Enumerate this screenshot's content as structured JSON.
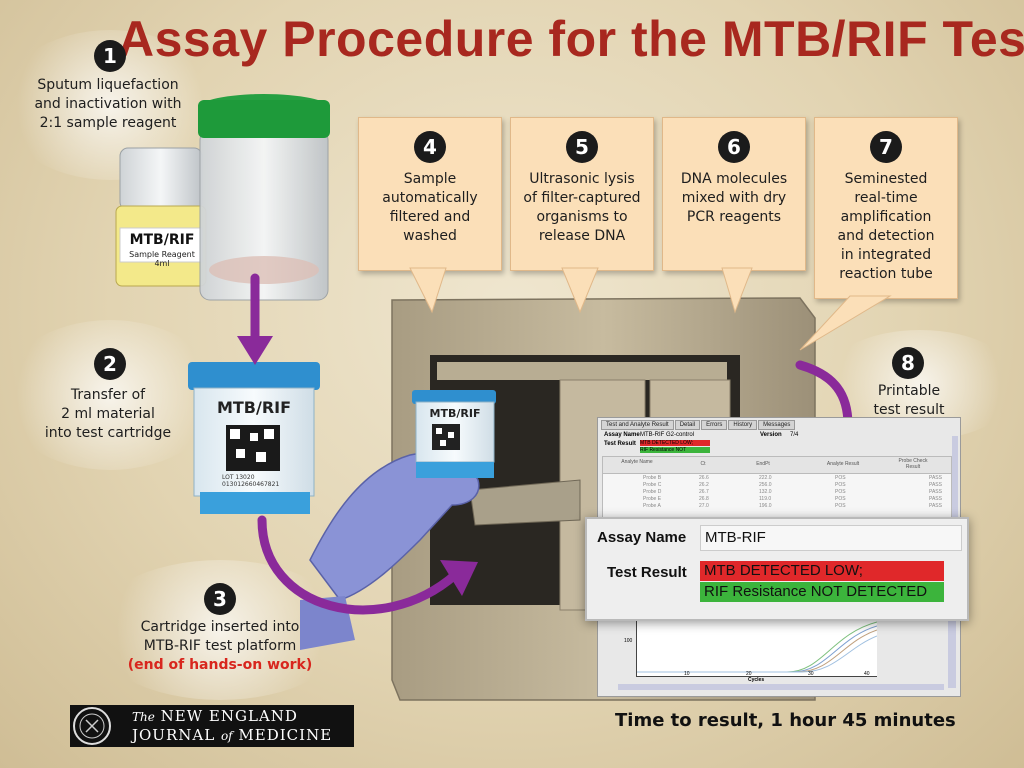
{
  "title": "Assay Procedure for the MTB/RIF Test",
  "steps": [
    {
      "num": "1",
      "lines": [
        "Sputum liquefaction",
        "and inactivation with",
        "2:1 sample reagent"
      ]
    },
    {
      "num": "2",
      "lines": [
        "Transfer of",
        "2 ml material",
        "into test cartridge"
      ]
    },
    {
      "num": "3",
      "lines": [
        "Cartridge inserted into",
        "MTB-RIF test platform"
      ],
      "note": "(end of hands-on work)"
    },
    {
      "num": "4",
      "lines": [
        "Sample",
        "automatically",
        "filtered and",
        "washed"
      ]
    },
    {
      "num": "5",
      "lines": [
        "Ultrasonic lysis",
        "of filter-captured",
        "organisms to",
        "release DNA"
      ]
    },
    {
      "num": "6",
      "lines": [
        "DNA molecules",
        "mixed with dry",
        "PCR reagents"
      ]
    },
    {
      "num": "7",
      "lines": [
        "Seminested",
        "real-time",
        "amplification",
        "and detection",
        "in integrated",
        "reaction tube"
      ]
    },
    {
      "num": "8",
      "lines": [
        "Printable",
        "test result"
      ]
    }
  ],
  "reagent_jar": {
    "label": "MTB/RIF",
    "sublabel": "Sample Reagent 4ml"
  },
  "cartridge": {
    "label": "MTB/RIF",
    "lot": "LOT 13020",
    "serial": "013012660467821"
  },
  "small_cartridge": {
    "label": "MTB/RIF"
  },
  "screen": {
    "tabs": [
      "Test and Analyte Result",
      "Detail",
      "Errors",
      "History",
      "Messages"
    ],
    "assay_label": "Assay Name",
    "assay_value": "MTB-RIF G2-control",
    "version_label": "Version",
    "version_value": "7/4",
    "result_label": "Test Result",
    "result_line1": "MTB DETECTED LOW;",
    "result_line2": "RIF Resistance NOT DETECTED",
    "columns": [
      "Analyte Name",
      "Ct",
      "EndPt",
      "Analyte Result",
      "Probe Check Result"
    ],
    "rows": [
      [
        "Probe B",
        "26.6",
        "222.0",
        "POS",
        "PASS"
      ],
      [
        "Probe C",
        "26.2",
        "256.0",
        "POS",
        "PASS"
      ],
      [
        "Probe D",
        "26.7",
        "132.0",
        "POS",
        "PASS"
      ],
      [
        "Probe E",
        "26.8",
        "119.0",
        "POS",
        "PASS"
      ],
      [
        "Probe A",
        "27.0",
        "196.0",
        "POS",
        "PASS"
      ]
    ],
    "axis_x_label": "Cycles",
    "axis_y_tick": "100",
    "axis_x_ticks": [
      "10",
      "20",
      "30",
      "40"
    ]
  },
  "zoom": {
    "assay_label": "Assay Name",
    "assay_value": "MTB-RIF",
    "result_label": "Test Result",
    "result_line1": "MTB DETECTED LOW;",
    "result_line2": "RIF Resistance NOT DETECTED"
  },
  "footer": "Time to result, 1 hour 45 minutes",
  "logo": {
    "the": "The",
    "line1": "NEW ENGLAND",
    "line2a": "JOURNAL",
    "of": "of",
    "line2b": "MEDICINE"
  },
  "colors": {
    "title": "#a8281f",
    "callout": "#fbdfb8",
    "arrow": "#8a2a9a",
    "cartridge": "#3aa0dc",
    "lid": "#1e9a3a",
    "result_red": "#e0282a",
    "result_green": "#3cb43c",
    "note_red": "#d8261e"
  }
}
